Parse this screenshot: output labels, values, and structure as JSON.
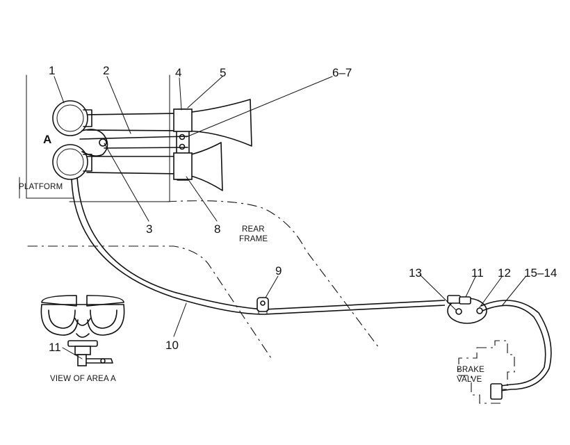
{
  "callouts": {
    "c1": "1",
    "c2": "2",
    "c3": "3",
    "c4": "4",
    "c5": "5",
    "c6_7": "6–7",
    "c8": "8",
    "c9": "9",
    "c10": "10",
    "c11_view": "11",
    "c11": "11",
    "c12": "12",
    "c13": "13",
    "c15_14": "15–14",
    "area_a": "A"
  },
  "labels": {
    "platform": "PLATFORM",
    "rear_frame_1": "REAR",
    "rear_frame_2": "FRAME",
    "brake_valve_1": "BRAKE",
    "brake_valve_2": "VALVE",
    "view_of_area_a": "VIEW OF AREA A"
  }
}
